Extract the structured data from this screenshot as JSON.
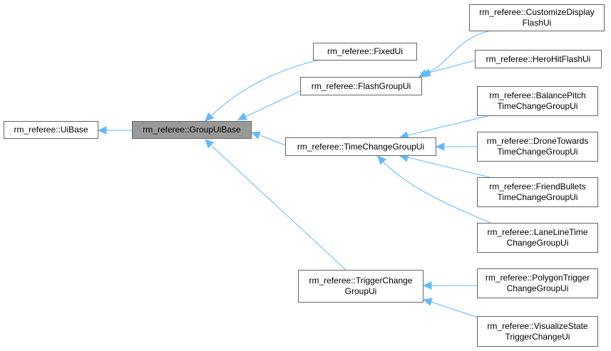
{
  "diagram": {
    "colors": {
      "edge": "#63b8ff",
      "node_border": "#666666",
      "current_fill": "#999999"
    },
    "nodes": {
      "uibase": {
        "lines": [
          "rm_referee::UiBase"
        ]
      },
      "groupuibase": {
        "lines": [
          "rm_referee::GroupUiBase"
        ]
      },
      "fixedui": {
        "lines": [
          "rm_referee::FixedUi"
        ]
      },
      "flashgroupui": {
        "lines": [
          "rm_referee::FlashGroupUi"
        ]
      },
      "timechangegroupui": {
        "lines": [
          "rm_referee::TimeChangeGroupUi"
        ]
      },
      "triggerchangegroupui": {
        "lines": [
          "rm_referee::TriggerChange",
          "GroupUi"
        ]
      },
      "customizedisplayflashui": {
        "lines": [
          "rm_referee::CustomizeDisplay",
          "FlashUi"
        ]
      },
      "herohitflashui": {
        "lines": [
          "rm_referee::HeroHitFlashUi"
        ]
      },
      "balancepitch": {
        "lines": [
          "rm_referee::BalancePitch",
          "TimeChangeGroupUi"
        ]
      },
      "dronetowards": {
        "lines": [
          "rm_referee::DroneTowards",
          "TimeChangeGroupUi"
        ]
      },
      "friendbullets": {
        "lines": [
          "rm_referee::FriendBullets",
          "TimeChangeGroupUi"
        ]
      },
      "lanelinetime": {
        "lines": [
          "rm_referee::LaneLineTime",
          "ChangeGroupUi"
        ]
      },
      "polygontrigger": {
        "lines": [
          "rm_referee::PolygonTrigger",
          "ChangeGroupUi"
        ]
      },
      "visualizestate": {
        "lines": [
          "rm_referee::VisualizeState",
          "TriggerChangeUi"
        ]
      }
    }
  }
}
